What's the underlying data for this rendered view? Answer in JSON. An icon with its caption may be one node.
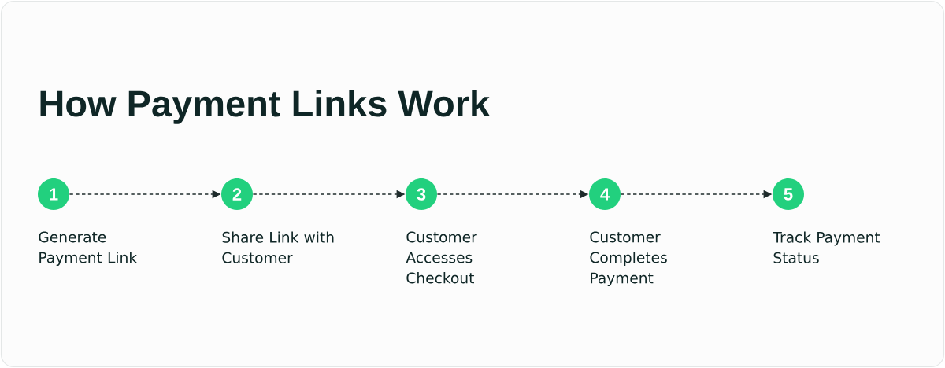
{
  "diagram": {
    "title": "How Payment Links Work",
    "nodes": [
      {
        "text": [
          "1"
        ],
        "beside": [
          "Generate Payment Link"
        ]
      },
      {
        "text": [
          "2"
        ],
        "beside": [
          "Share Link with Customer"
        ]
      },
      {
        "text": [
          "3"
        ],
        "beside": [
          "Customer Accesses Checkout"
        ]
      },
      {
        "text": [
          "4"
        ],
        "beside": [
          "Customer Completes Payment"
        ]
      },
      {
        "text": [
          "5"
        ],
        "beside": [
          "Track Payment Status"
        ]
      }
    ],
    "edges": [
      {
        "from": 0,
        "to": 1,
        "arrow": "to",
        "style": "dashed"
      },
      {
        "from": 1,
        "to": 2,
        "arrow": "to",
        "style": "dashed"
      },
      {
        "from": 2,
        "to": 3,
        "arrow": "to",
        "style": "dashed"
      },
      {
        "from": 3,
        "to": 4,
        "arrow": "to",
        "style": "dashed"
      }
    ]
  }
}
